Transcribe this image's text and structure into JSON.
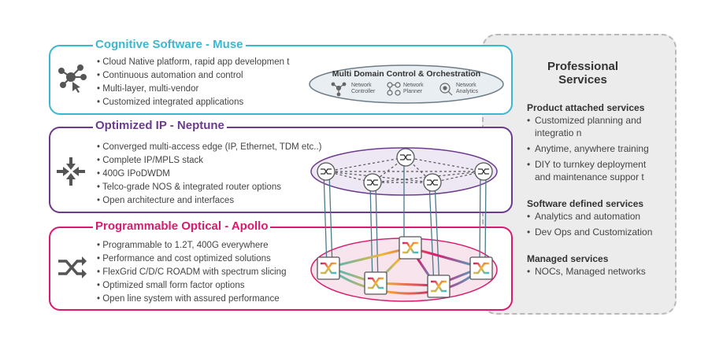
{
  "professional_services": {
    "title_line1": "Professional",
    "title_line2": "Services",
    "product_heading": "Product attached services",
    "product_items": [
      "Customized planning and",
      "integratio n",
      "Anytime, anywhere training",
      "DIY to turnkey deployment",
      "and maintenance suppor t"
    ],
    "software_heading": "Software defined services",
    "software_items": [
      "Analytics and automation",
      "Dev Ops and Customization"
    ],
    "managed_heading": "Managed services",
    "managed_items": [
      "NOCs, Managed networks"
    ]
  },
  "muse": {
    "title": "Cognitive Software - Muse",
    "color": "#3bb8d0",
    "bullets": [
      "Cloud Native platform, rapid app developmen t",
      "Continuous automation and control",
      "Multi-layer, multi-vendor",
      "Customized integrated applications"
    ],
    "mdco_title": "Multi Domain Control & Orchestration",
    "mdco_items": [
      {
        "line1": "Network",
        "line2": "Controller",
        "icon": "network-controller-icon"
      },
      {
        "line1": "Network",
        "line2": "Planner",
        "icon": "network-planner-icon"
      },
      {
        "line1": "Network",
        "line2": "Analytics",
        "icon": "network-analytics-icon"
      }
    ]
  },
  "neptune": {
    "title": "Optimized IP - Neptune",
    "color": "#6c3a8e",
    "bullets": [
      "Converged multi-access edge (IP, Ethernet, TDM etc..)",
      "Complete IP/MPLS stack",
      "400G IPoDWDM",
      "Telco-grade NOS & integrated router options",
      "Open architecture and interfaces"
    ]
  },
  "apollo": {
    "title": "Programmable Optical - Apollo",
    "color": "#d81b6f",
    "bullets": [
      "Programmable to 1.2T, 400G everywhere",
      "Performance and cost optimized solutions",
      "FlexGrid C/D/C ROADM with spectrum slicing",
      "Optimized small form factor options",
      "Open line system with assured performance"
    ]
  },
  "bullet_char": "•"
}
